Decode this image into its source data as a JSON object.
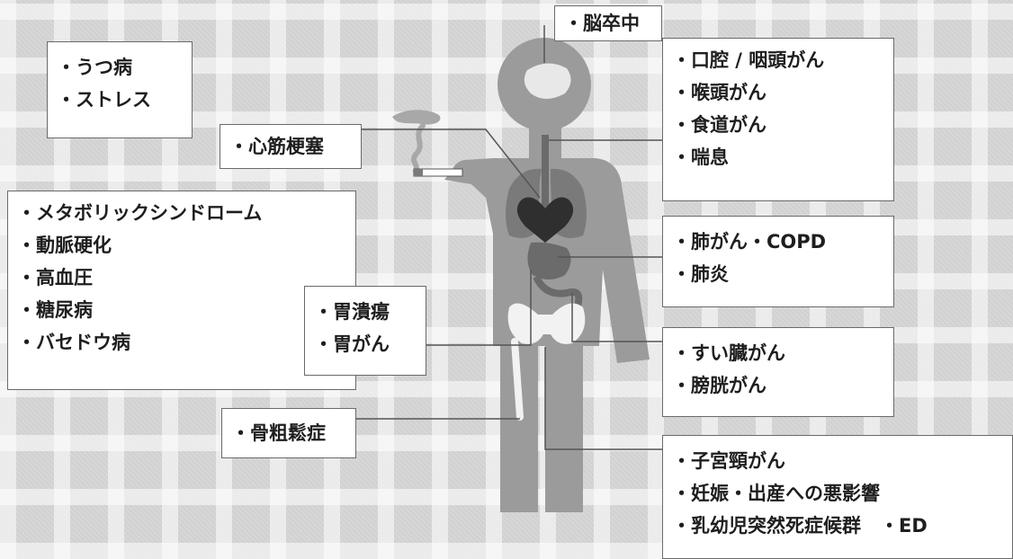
{
  "colors": {
    "body": "#9b9b9b",
    "organ": "#7a7a7a",
    "heart": "#2f2f2f",
    "bone": "#f2f2f2",
    "connector": "#555555"
  },
  "icons": [
    "cigarette-icon",
    "smoke-icon"
  ],
  "labels": {
    "brain": [
      "・脳卒中"
    ],
    "mental": [
      "・うつ病",
      "・ストレス"
    ],
    "heart": [
      "・心筋梗塞"
    ],
    "throat": [
      "・口腔 / 咽頭がん",
      "・喉頭がん",
      "・食道がん",
      "・喘息"
    ],
    "metabolic": [
      "・メタボリックシンドローム",
      "・動脈硬化",
      "・高血圧",
      "・糖尿病",
      "・バセドウ病"
    ],
    "lung": [
      "・肺がん・COPD",
      "・肺炎"
    ],
    "stomach": [
      "・胃潰瘍",
      "・胃がん"
    ],
    "pancreas": [
      "・すい臓がん",
      "・膀胱がん"
    ],
    "bone": [
      "・骨粗鬆症"
    ],
    "reproductive": [
      "・子宮頸がん",
      "・妊娠・出産への悪影響",
      "・乳幼児突然死症候群　・ED"
    ]
  }
}
